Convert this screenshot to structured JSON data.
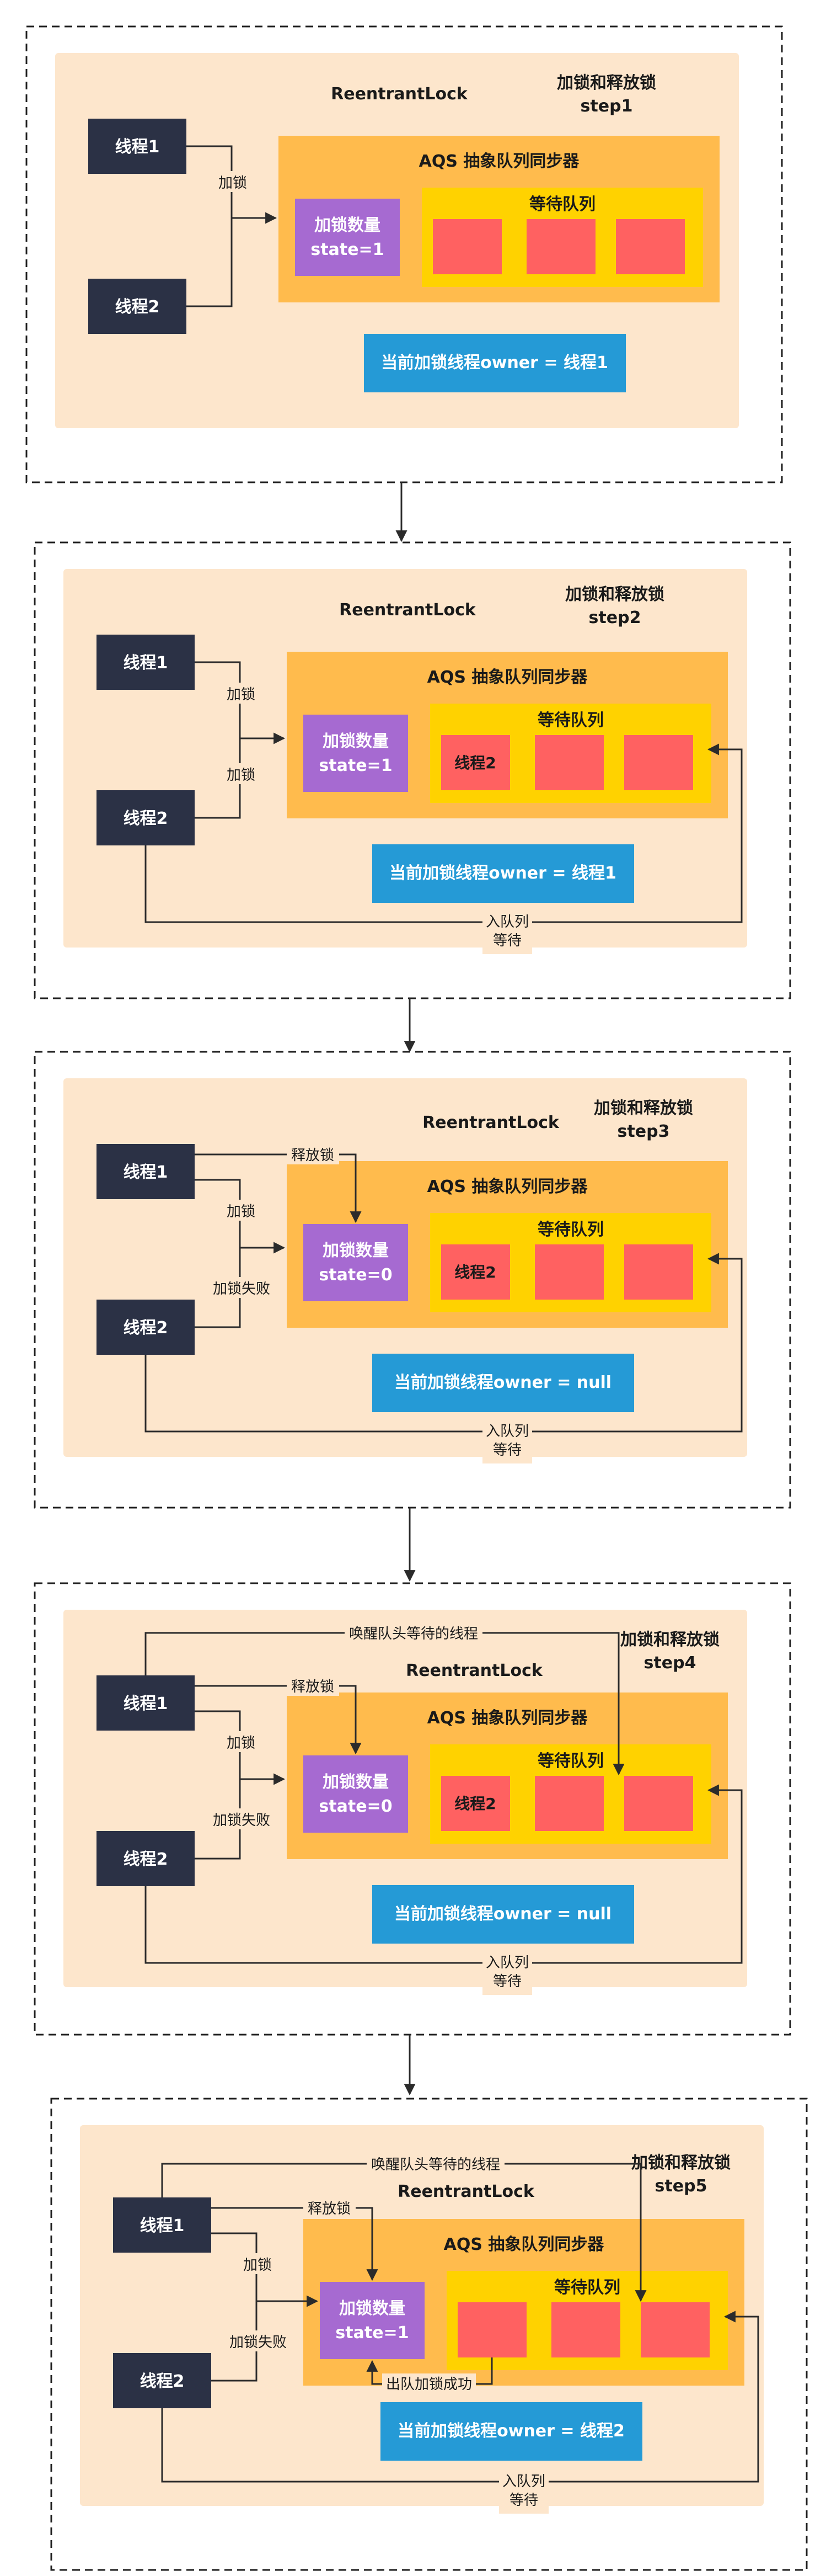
{
  "colors": {
    "outer_border": "#1f1f1f",
    "panel_bg": "#fde6cc",
    "aqs_bg": "#ffbb4d",
    "queue_bg": "#ffd200",
    "state_bg": "#a66ad1",
    "node_bg": "#ff6161",
    "thread_bg": "#2b3145",
    "owner_bg": "#259ad6",
    "line": "#2b2b2b"
  },
  "common": {
    "lock_name": "ReentrantLock",
    "aqs_title": "AQS 抽象队列同步器",
    "queue_title": "等待队列",
    "state_label": "加锁数量",
    "thread1": "线程1",
    "thread2": "线程2",
    "lock_label": "加锁",
    "lock_fail_label": "加锁失败",
    "release_label": "释放锁",
    "enqueue_label1": "入队列",
    "enqueue_label2": "等待",
    "wake_label": "唤醒队头等待的线程",
    "dequeue_label": "出队加锁成功"
  },
  "steps": [
    {
      "title1": "加锁和释放锁",
      "title2": "step1",
      "state": "state=1",
      "owner": "当前加锁线程owner = 线程1",
      "queue_first": ""
    },
    {
      "title1": "加锁和释放锁",
      "title2": "step2",
      "state": "state=1",
      "owner": "当前加锁线程owner = 线程1",
      "queue_first": "线程2"
    },
    {
      "title1": "加锁和释放锁",
      "title2": "step3",
      "state": "state=0",
      "owner": "当前加锁线程owner = null",
      "queue_first": "线程2"
    },
    {
      "title1": "加锁和释放锁",
      "title2": "step4",
      "state": "state=0",
      "owner": "当前加锁线程owner = null",
      "queue_first": "线程2"
    },
    {
      "title1": "加锁和释放锁",
      "title2": "step5",
      "state": "state=1",
      "owner": "当前加锁线程owner = 线程2",
      "queue_first": ""
    }
  ]
}
